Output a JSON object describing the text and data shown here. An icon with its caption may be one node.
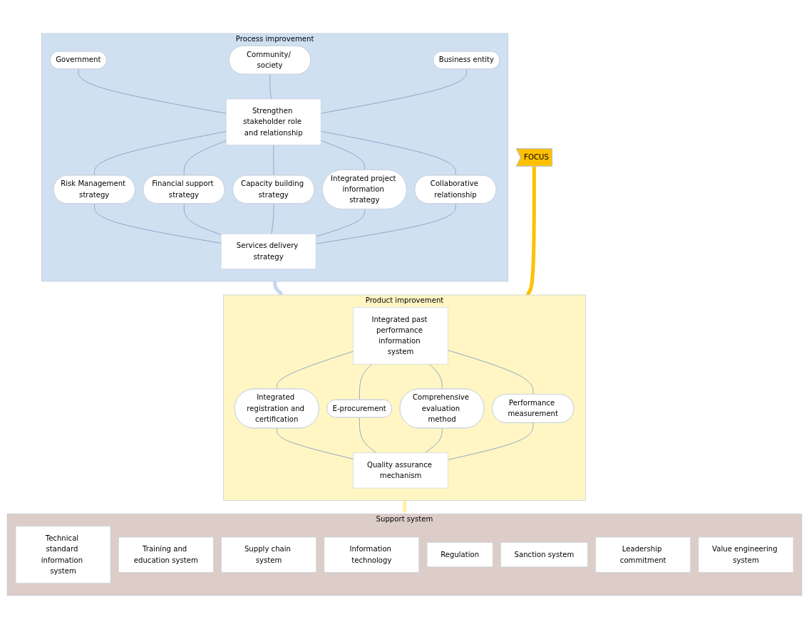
{
  "diagram": {
    "nodes": [
      {
        "text": [
          "Process improvement"
        ]
      },
      {
        "text": [
          "Government"
        ],
        "in": 0
      },
      {
        "text": [
          "Community/ society"
        ],
        "in": 0
      },
      {
        "text": [
          "Business entity"
        ],
        "in": 0
      },
      {
        "text": [
          "Strengthen stakeholder role and relationship"
        ],
        "in": 0
      },
      {
        "text": [
          "Risk Management strategy"
        ],
        "in": 0
      },
      {
        "text": [
          "Financial support strategy"
        ],
        "in": 0
      },
      {
        "text": [
          "Capacity building strategy"
        ],
        "in": 0
      },
      {
        "text": [
          "Integrated project information strategy"
        ],
        "in": 0
      },
      {
        "text": [
          "Collaborative relationship"
        ],
        "in": 0
      },
      {
        "text": [
          "Services delivery strategy"
        ],
        "in": 0
      },
      {
        "text": [
          "Product improvement"
        ]
      },
      {
        "text": [
          "Integrated past performance information system"
        ],
        "in": 11
      },
      {
        "text": [
          "Integrated registration and certification"
        ],
        "in": 11
      },
      {
        "text": [
          "E-procurement"
        ],
        "in": 11
      },
      {
        "text": [
          "Comprehensive evaluation method"
        ],
        "in": 11
      },
      {
        "text": [
          "Performance measurement"
        ],
        "in": 11
      },
      {
        "text": [
          "Quality assurance mechanism"
        ],
        "in": 11
      },
      {
        "text": [
          "Support system"
        ]
      },
      {
        "text": [
          "Technical standard information system"
        ],
        "in": 18
      },
      {
        "text": [
          "Training and education system"
        ],
        "in": 18
      },
      {
        "text": [
          "Supply chain system"
        ],
        "in": 18
      },
      {
        "text": [
          "Information technology"
        ],
        "in": 18
      },
      {
        "text": [
          "Regulation"
        ],
        "in": 18
      },
      {
        "text": [
          "Sanction system"
        ],
        "in": 18
      },
      {
        "text": [
          "Leadership commitment"
        ],
        "in": 18
      },
      {
        "text": [
          "Value engineering system"
        ],
        "in": 18
      },
      {
        "text": [
          "FOCUS"
        ]
      }
    ],
    "edges": [
      {
        "from": 1,
        "to": 4,
        "arrow": "none"
      },
      {
        "from": 2,
        "to": 4,
        "arrow": "none"
      },
      {
        "from": 3,
        "to": 4,
        "arrow": "none"
      },
      {
        "from": 4,
        "to": 5,
        "arrow": "none"
      },
      {
        "from": 4,
        "to": 6,
        "arrow": "none"
      },
      {
        "from": 4,
        "to": 7,
        "arrow": "none"
      },
      {
        "from": 4,
        "to": 8,
        "arrow": "none"
      },
      {
        "from": 4,
        "to": 9,
        "arrow": "none"
      },
      {
        "from": 5,
        "to": 10,
        "arrow": "none"
      },
      {
        "from": 6,
        "to": 10,
        "arrow": "none"
      },
      {
        "from": 7,
        "to": 10,
        "arrow": "none"
      },
      {
        "from": 8,
        "to": 10,
        "arrow": "none"
      },
      {
        "from": 9,
        "to": 10,
        "arrow": "none"
      },
      {
        "from": 0,
        "to": 11,
        "arrow": "to",
        "style": "thick",
        "color": "#c5d9ee"
      },
      {
        "from": 12,
        "to": 13,
        "arrow": "none"
      },
      {
        "from": 12,
        "to": 14,
        "arrow": "none"
      },
      {
        "from": 12,
        "to": 15,
        "arrow": "none"
      },
      {
        "from": 12,
        "to": 16,
        "arrow": "none"
      },
      {
        "from": 13,
        "to": 17,
        "arrow": "none"
      },
      {
        "from": 14,
        "to": 17,
        "arrow": "none"
      },
      {
        "from": 15,
        "to": 17,
        "arrow": "none"
      },
      {
        "from": 16,
        "to": 17,
        "arrow": "none"
      },
      {
        "from": 11,
        "to": 18,
        "arrow": "to",
        "style": "thick",
        "color": "#fff2a8"
      },
      {
        "from": 27,
        "to": 11,
        "arrow": "to",
        "style": "thick",
        "color": "#ffc000"
      }
    ]
  }
}
